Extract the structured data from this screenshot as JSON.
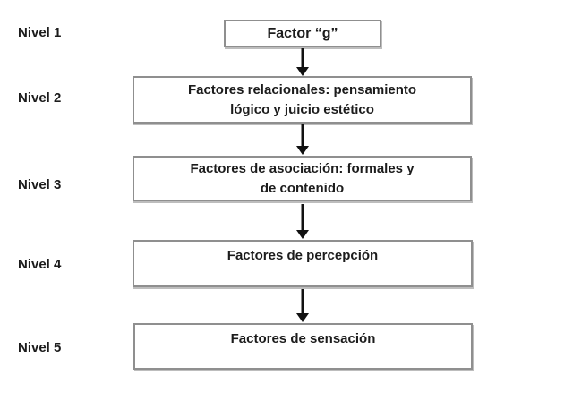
{
  "diagram": {
    "type": "hierarchy-flowchart",
    "levels": [
      {
        "label": "Nivel 1",
        "lines": [
          "Factor “g”"
        ]
      },
      {
        "label": "Nivel 2",
        "lines": [
          "Factores relacionales: pensamiento",
          "lógico y juicio estético"
        ]
      },
      {
        "label": "Nivel 3",
        "lines": [
          "Factores de asociación: formales y",
          "de contenido"
        ]
      },
      {
        "label": "Nivel 4",
        "lines": [
          "Factores de percepción"
        ]
      },
      {
        "label": "Nivel 5",
        "lines": [
          "Factores de sensación"
        ]
      }
    ],
    "colors": {
      "background": "#ffffff",
      "box_fill": "#ffffff",
      "box_border": "#8f8f8f",
      "text": "#1c1c1c",
      "arrow": "#111111"
    }
  }
}
